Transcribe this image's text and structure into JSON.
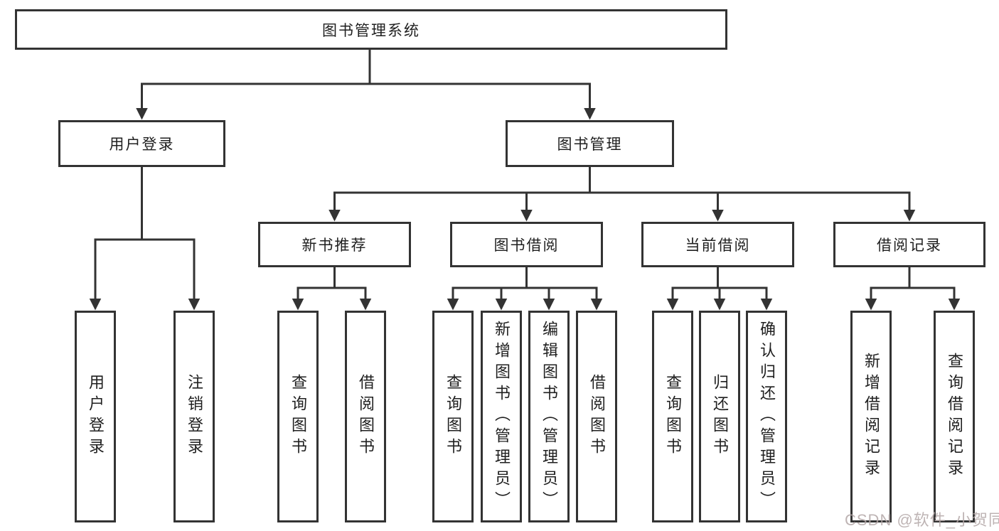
{
  "diagram": {
    "root": {
      "label": "图书管理系统"
    },
    "level2": {
      "user_login": {
        "label": "用户登录"
      },
      "book_mgmt": {
        "label": "图书管理"
      }
    },
    "level3": {
      "new_books": {
        "label": "新书推荐"
      },
      "book_borrow": {
        "label": "图书借阅"
      },
      "current_borrow": {
        "label": "当前借阅"
      },
      "borrow_records": {
        "label": "借阅记录"
      }
    },
    "leaves": {
      "login_group": [
        "用户登录",
        "注销登录"
      ],
      "new_books_group": [
        "查询图书",
        "借阅图书"
      ],
      "book_borrow_group": [
        "查询图书",
        "新增图书（管理员）",
        "编辑图书（管理员）",
        "借阅图书"
      ],
      "current_borrow_group": [
        "查询图书",
        "归还图书",
        "确认归还（管理员）"
      ],
      "borrow_records_group": [
        "新增借阅记录",
        "查询借阅记录"
      ]
    },
    "colors": {
      "line": "#333333",
      "box_border": "#333333",
      "text": "#1f1f1f",
      "background": "#ffffff",
      "watermark": "#b3a7a7"
    },
    "watermark": "CSDN @软件_小贺同学"
  }
}
